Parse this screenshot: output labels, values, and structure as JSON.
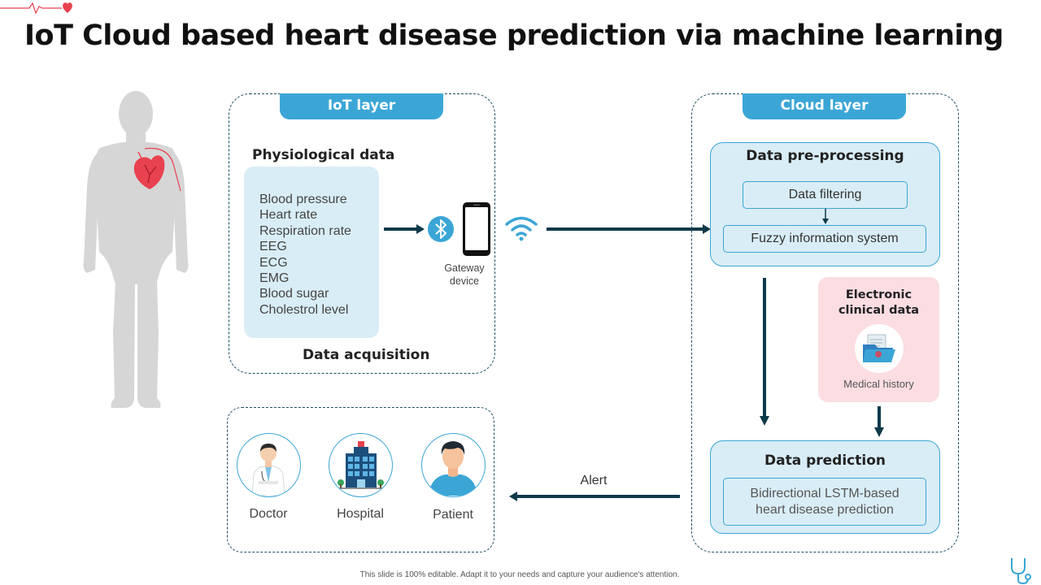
{
  "title": "IoT Cloud based heart disease prediction via machine learning",
  "iot_layer": {
    "tab": "IoT layer",
    "physio_title": "Physiological data",
    "vitals": [
      "Blood pressure",
      "Heart rate",
      "Respiration rate",
      "EEG",
      "ECG",
      "EMG",
      "Blood sugar",
      "Cholestrol level"
    ],
    "footer": "Data acquisition",
    "gateway_line1": "Gateway",
    "gateway_line2": "device"
  },
  "cloud_layer": {
    "tab": "Cloud layer",
    "preprocessing": {
      "title": "Data pre-processing",
      "filtering": "Data filtering",
      "fuzzy": "Fuzzy information system"
    },
    "clinical": {
      "title_line1": "Electronic",
      "title_line2": "clinical data",
      "caption": "Medical history"
    },
    "prediction": {
      "title": "Data prediction",
      "line1": "Bidirectional LSTM-based",
      "line2": "heart disease prediction"
    }
  },
  "alert": "Alert",
  "recipients": [
    "Doctor",
    "Hospital",
    "Patient"
  ],
  "footer_note": "This slide is 100% editable. Adapt it to your needs and capture your audience's attention.",
  "colors": {
    "accent": "#3ba6d6",
    "light_fill": "#d9edf6",
    "arrow": "#0f3a4a",
    "pink": "#fbdde2",
    "heart": "#e8414f"
  },
  "icons": [
    "heartbeat-logo-icon",
    "human-body-icon",
    "heart-icon",
    "bluetooth-icon",
    "smartphone-icon",
    "wifi-icon",
    "medical-folder-icon",
    "doctor-icon",
    "hospital-icon",
    "patient-icon",
    "stethoscope-icon"
  ]
}
